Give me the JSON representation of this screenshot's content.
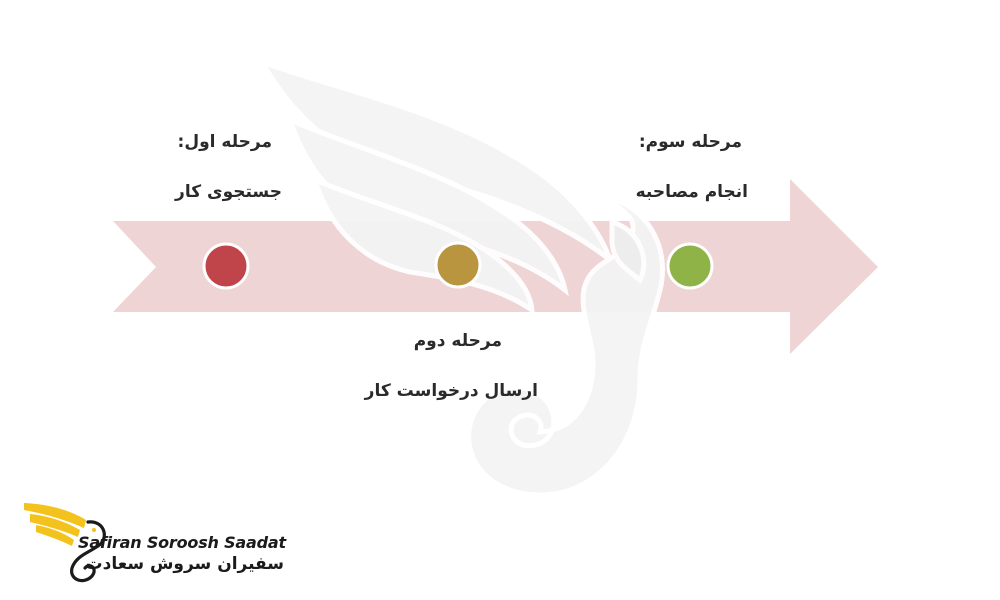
{
  "colors": {
    "arrow": "#eed4d4",
    "stage1_dot": "#c0454a",
    "stage2_dot": "#b8953e",
    "stage3_dot": "#8fb347",
    "watermark": "#f3f3f3",
    "logo_gold": "#f4c21c"
  },
  "stages": [
    {
      "title": "مرحله اول:",
      "subtitle": "جستجوی کار"
    },
    {
      "title": "مرحله دوم",
      "subtitle": "ارسال درخواست کار"
    },
    {
      "title": "مرحله سوم:",
      "subtitle": "انجام مصاحبه"
    }
  ],
  "logo": {
    "name_en": "Safiran Soroosh Saadat",
    "name_fa": "سفیران سروش سعادت"
  }
}
